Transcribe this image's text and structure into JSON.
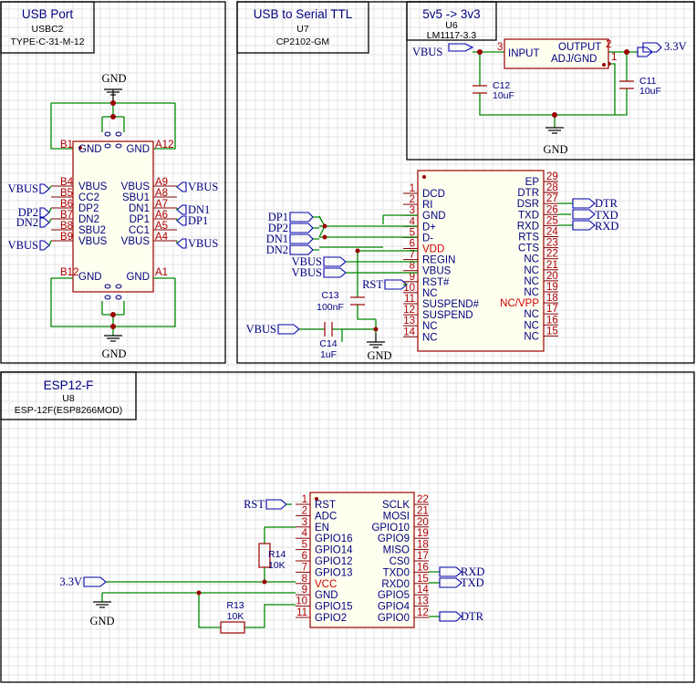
{
  "blocks": {
    "usb_port": {
      "title": "USB Port",
      "ref": "USBC2",
      "part": "TYPE-C-31-M-12"
    },
    "usb_serial": {
      "title": "USB to Serial TTL",
      "ref": "U7",
      "part": "CP2102-GM"
    },
    "regulator": {
      "title": "5v5 -> 3v3",
      "ref": "U6",
      "part": "LM1117-3.3"
    },
    "esp": {
      "title": "ESP12-F",
      "ref": "U8",
      "part": "ESP-12F(ESP8266MOD)"
    }
  },
  "gnd_label": "GND",
  "usbc": {
    "left_pins": [
      {
        "num": "B1",
        "name": "GND"
      },
      {
        "num": "B4",
        "name": "VBUS"
      },
      {
        "num": "B5",
        "name": "CC2"
      },
      {
        "num": "B6",
        "name": "DP2"
      },
      {
        "num": "B7",
        "name": "DN2"
      },
      {
        "num": "B8",
        "name": "SBU2"
      },
      {
        "num": "B9",
        "name": "VBUS"
      },
      {
        "num": "B12",
        "name": "GND"
      }
    ],
    "right_pins": [
      {
        "num": "A12",
        "name": "GND"
      },
      {
        "num": "A9",
        "name": "VBUS"
      },
      {
        "num": "A8",
        "name": "SBU1"
      },
      {
        "num": "A7",
        "name": "DN1"
      },
      {
        "num": "A6",
        "name": "DP1"
      },
      {
        "num": "A5",
        "name": "CC1"
      },
      {
        "num": "A4",
        "name": "VBUS"
      },
      {
        "num": "A1",
        "name": "GND"
      }
    ],
    "left_nets": [
      "VBUS",
      "DP2",
      "DN2",
      "VBUS"
    ],
    "right_nets": [
      "VBUS",
      "DN1",
      "DP1",
      "VBUS"
    ]
  },
  "cp2102": {
    "left_pins": [
      {
        "num": "1",
        "name": "DCD"
      },
      {
        "num": "2",
        "name": "RI"
      },
      {
        "num": "3",
        "name": "GND"
      },
      {
        "num": "4",
        "name": "D+"
      },
      {
        "num": "5",
        "name": "D-"
      },
      {
        "num": "6",
        "name": "VDD"
      },
      {
        "num": "7",
        "name": "REGIN"
      },
      {
        "num": "8",
        "name": "VBUS"
      },
      {
        "num": "9",
        "name": "RST#"
      },
      {
        "num": "10",
        "name": "NC"
      },
      {
        "num": "11",
        "name": "SUSPEND#"
      },
      {
        "num": "12",
        "name": "SUSPEND"
      },
      {
        "num": "13",
        "name": "NC"
      },
      {
        "num": "14",
        "name": "NC"
      }
    ],
    "right_pins": [
      {
        "num": "29",
        "name": "EP"
      },
      {
        "num": "28",
        "name": "DTR"
      },
      {
        "num": "27",
        "name": "DSR"
      },
      {
        "num": "26",
        "name": "TXD"
      },
      {
        "num": "25",
        "name": "RXD"
      },
      {
        "num": "24",
        "name": "RTS"
      },
      {
        "num": "23",
        "name": "CTS"
      },
      {
        "num": "22",
        "name": "NC"
      },
      {
        "num": "21",
        "name": "NC"
      },
      {
        "num": "20",
        "name": "NC"
      },
      {
        "num": "19",
        "name": "NC"
      },
      {
        "num": "18",
        "name": "NC/VPP"
      },
      {
        "num": "17",
        "name": "NC"
      },
      {
        "num": "16",
        "name": "NC"
      },
      {
        "num": "15",
        "name": "NC"
      }
    ],
    "left_nets": [
      "DP1",
      "DP2",
      "DN1",
      "DN2",
      "VBUS",
      "VBUS",
      "RST",
      "VBUS"
    ],
    "right_nets": [
      "DTR",
      "TXD",
      "RXD"
    ],
    "caps": [
      {
        "ref": "C13",
        "value": "100nF"
      },
      {
        "ref": "C14",
        "value": "1uF"
      }
    ]
  },
  "lm1117": {
    "pins": [
      {
        "num": "3",
        "name": "INPUT"
      },
      {
        "num": "2",
        "name": "OUTPUT"
      },
      {
        "num": "1",
        "name": "ADJ/GND"
      }
    ],
    "in_net": "VBUS",
    "out_net": "3.3V",
    "caps": [
      {
        "ref": "C12",
        "value": "10uF"
      },
      {
        "ref": "C11",
        "value": "10uF"
      }
    ]
  },
  "esp12f": {
    "left_pins": [
      {
        "num": "1",
        "name": "RST"
      },
      {
        "num": "2",
        "name": "ADC"
      },
      {
        "num": "3",
        "name": "EN"
      },
      {
        "num": "4",
        "name": "GPIO16"
      },
      {
        "num": "5",
        "name": "GPIO14"
      },
      {
        "num": "6",
        "name": "GPIO12"
      },
      {
        "num": "7",
        "name": "GPIO13"
      },
      {
        "num": "8",
        "name": "VCC"
      },
      {
        "num": "9",
        "name": "GND"
      },
      {
        "num": "10",
        "name": "GPIO15"
      },
      {
        "num": "11",
        "name": "GPIO2"
      }
    ],
    "right_pins": [
      {
        "num": "22",
        "name": "SCLK"
      },
      {
        "num": "21",
        "name": "MOSI"
      },
      {
        "num": "20",
        "name": "GPIO10"
      },
      {
        "num": "19",
        "name": "GPIO9"
      },
      {
        "num": "18",
        "name": "MISO"
      },
      {
        "num": "17",
        "name": "CS0"
      },
      {
        "num": "16",
        "name": "TXD0"
      },
      {
        "num": "15",
        "name": "RXD0"
      },
      {
        "num": "14",
        "name": "GPIO5"
      },
      {
        "num": "13",
        "name": "GPIO4"
      },
      {
        "num": "12",
        "name": "GPIO0"
      }
    ],
    "nets": {
      "rst": "RST",
      "vcc": "3.3V",
      "rxd": "RXD",
      "txd": "TXD",
      "dtr": "DTR"
    },
    "resistors": [
      {
        "ref": "R14",
        "value": "10K"
      },
      {
        "ref": "R13",
        "value": "10K"
      }
    ]
  },
  "colors": {
    "wire": "#008800",
    "body_stroke": "#990000",
    "body_fill": "#fffff0",
    "net": "#000080",
    "pin_number": "#b00000",
    "power_pin": "#cc0000"
  }
}
